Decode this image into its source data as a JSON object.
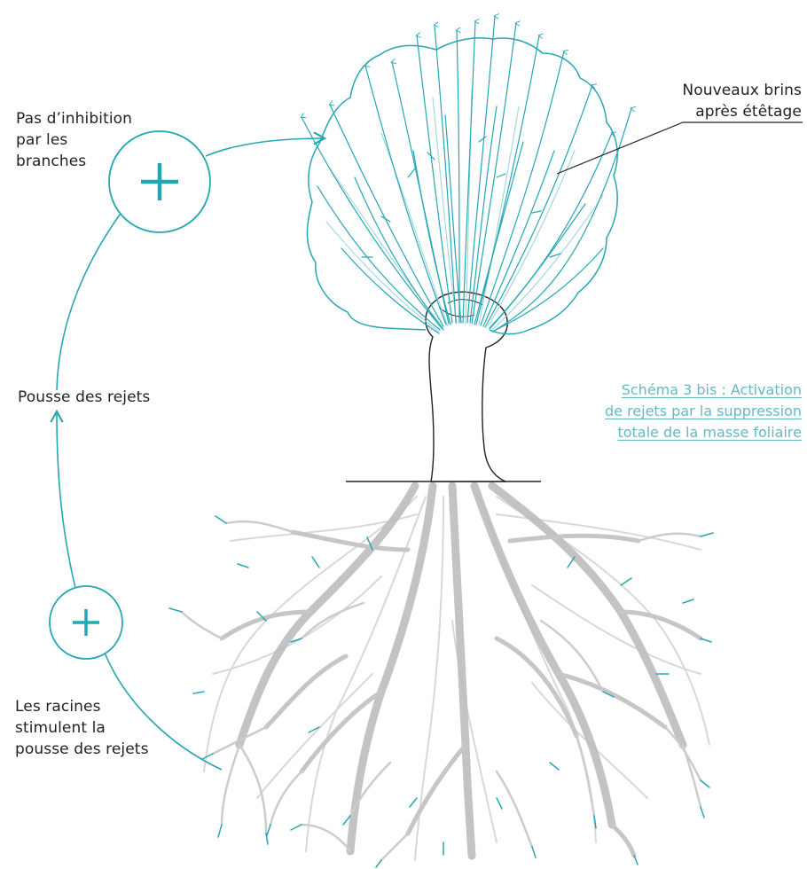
{
  "labels": {
    "no_inhibition": [
      "Pas d’inhibition",
      "par les",
      "branches"
    ],
    "shoot_growth": "Pousse des rejets",
    "roots_stimulate": [
      "Les racines",
      "stimulent la",
      "pousse des rejets"
    ],
    "new_shoots": [
      "Nouveaux brins",
      "après étêtage"
    ]
  },
  "caption": [
    "Schéma 3 bis : Activation",
    "de rejets par la suppression",
    "totale de la masse foliaire"
  ],
  "symbols": {
    "plus_sign": "+"
  },
  "colors": {
    "accent": "#24a7b3",
    "caption": "#67b9c1",
    "root": "#b9b9b9",
    "trunk_outline": "#222222"
  }
}
